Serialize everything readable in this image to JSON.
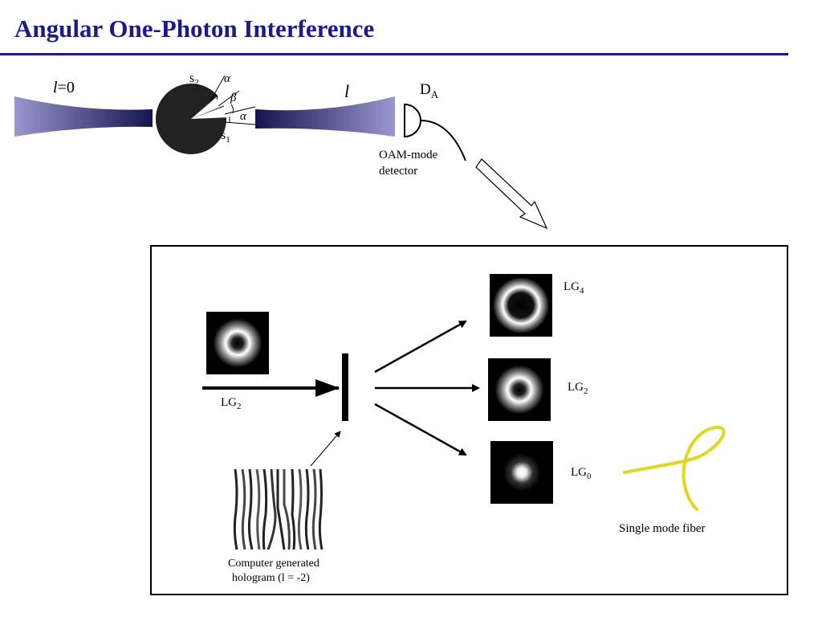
{
  "title": "Angular One-Photon Interference",
  "top": {
    "beam_in_label_l": "l",
    "beam_in_label_rest": "=0",
    "s2": "s",
    "s2_sub": "2",
    "s1": "s",
    "s1_sub": "1",
    "alpha": "α",
    "beta": "β",
    "beam_out_label": "l",
    "detector_main": "D",
    "detector_sub": "A",
    "detector_caption_1": "OAM-mode",
    "detector_caption_2": "detector"
  },
  "inset": {
    "input_mode": "LG",
    "input_mode_sub": "2",
    "output_modes": [
      {
        "main": "LG",
        "sub": "4"
      },
      {
        "main": "LG",
        "sub": "2"
      },
      {
        "main": "LG",
        "sub": "0"
      }
    ],
    "hologram_caption_1": "Computer generated",
    "hologram_caption_2": "hologram (l = -2)",
    "fiber_caption": "Single mode fiber",
    "fiber_color": "#e0d81c"
  },
  "colors": {
    "title": "#1a1a8c",
    "beam_light": "#9a96d0",
    "beam_dark": "#141450"
  }
}
